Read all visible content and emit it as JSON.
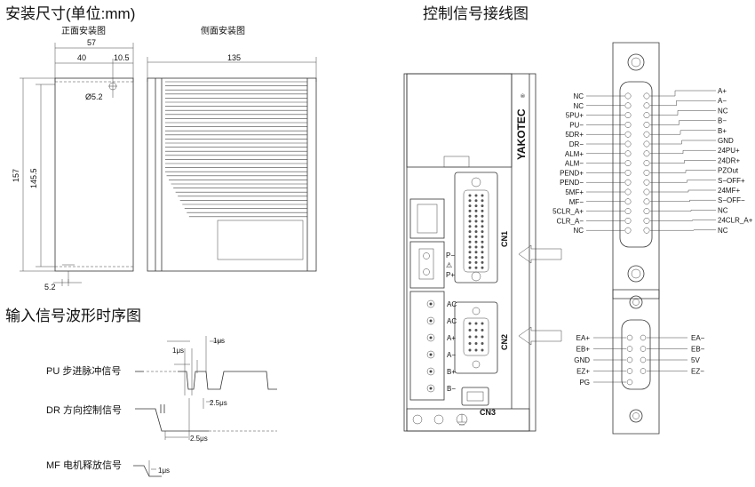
{
  "titles": {
    "dimensions": "安装尺寸(单位:mm)",
    "front_view": "正面安装图",
    "side_view": "侧面安装图",
    "waveform": "输入信号波形时序图",
    "wiring": "控制信号接线图"
  },
  "dimensions": {
    "d57": "57",
    "d40": "40",
    "d10_5": "10.5",
    "d135": "135",
    "d157": "157",
    "d145_5": "145.5",
    "hole": "Ø5.2",
    "d5_2": "5.2"
  },
  "waveform": {
    "pu": "PU 步进脉冲信号",
    "dr": "DR 方向控制信号",
    "mf": "MF 电机释放信号",
    "t1": "1μs",
    "t2": "1μs",
    "t3": "2.5μs",
    "t4": "2.5μs",
    "t5": "1μs"
  },
  "device": {
    "brand": "YAKOTEC",
    "reg": "®",
    "cn1": "CN1",
    "cn2": "CN2",
    "cn3": "CN3",
    "power_terms": [
      "P−",
      "⚠",
      "P+"
    ],
    "motor_terms": [
      "AC",
      "AC",
      "A+",
      "A−",
      "B+",
      "B−"
    ]
  },
  "cn1": {
    "left": [
      "NC",
      "NC",
      "5PU+",
      "PU−",
      "5DR+",
      "DR−",
      "ALM+",
      "ALM−",
      "PEND+",
      "PEND−",
      "5MF+",
      "MF−",
      "5CLR_A+",
      "CLR_A−",
      "NC"
    ],
    "right": [
      "A+",
      "A−",
      "NC",
      "B−",
      "B+",
      "GND",
      "24PU+",
      "24DR+",
      "PZOut",
      "S−OFF+",
      "24MF+",
      "S−OFF−",
      "NC",
      "24CLR_A+",
      "NC"
    ]
  },
  "cn2": {
    "left": [
      "EA+",
      "EB+",
      "GND",
      "EZ+",
      "PG"
    ],
    "right": [
      "EA−",
      "EB−",
      "5V",
      "EZ−"
    ]
  }
}
